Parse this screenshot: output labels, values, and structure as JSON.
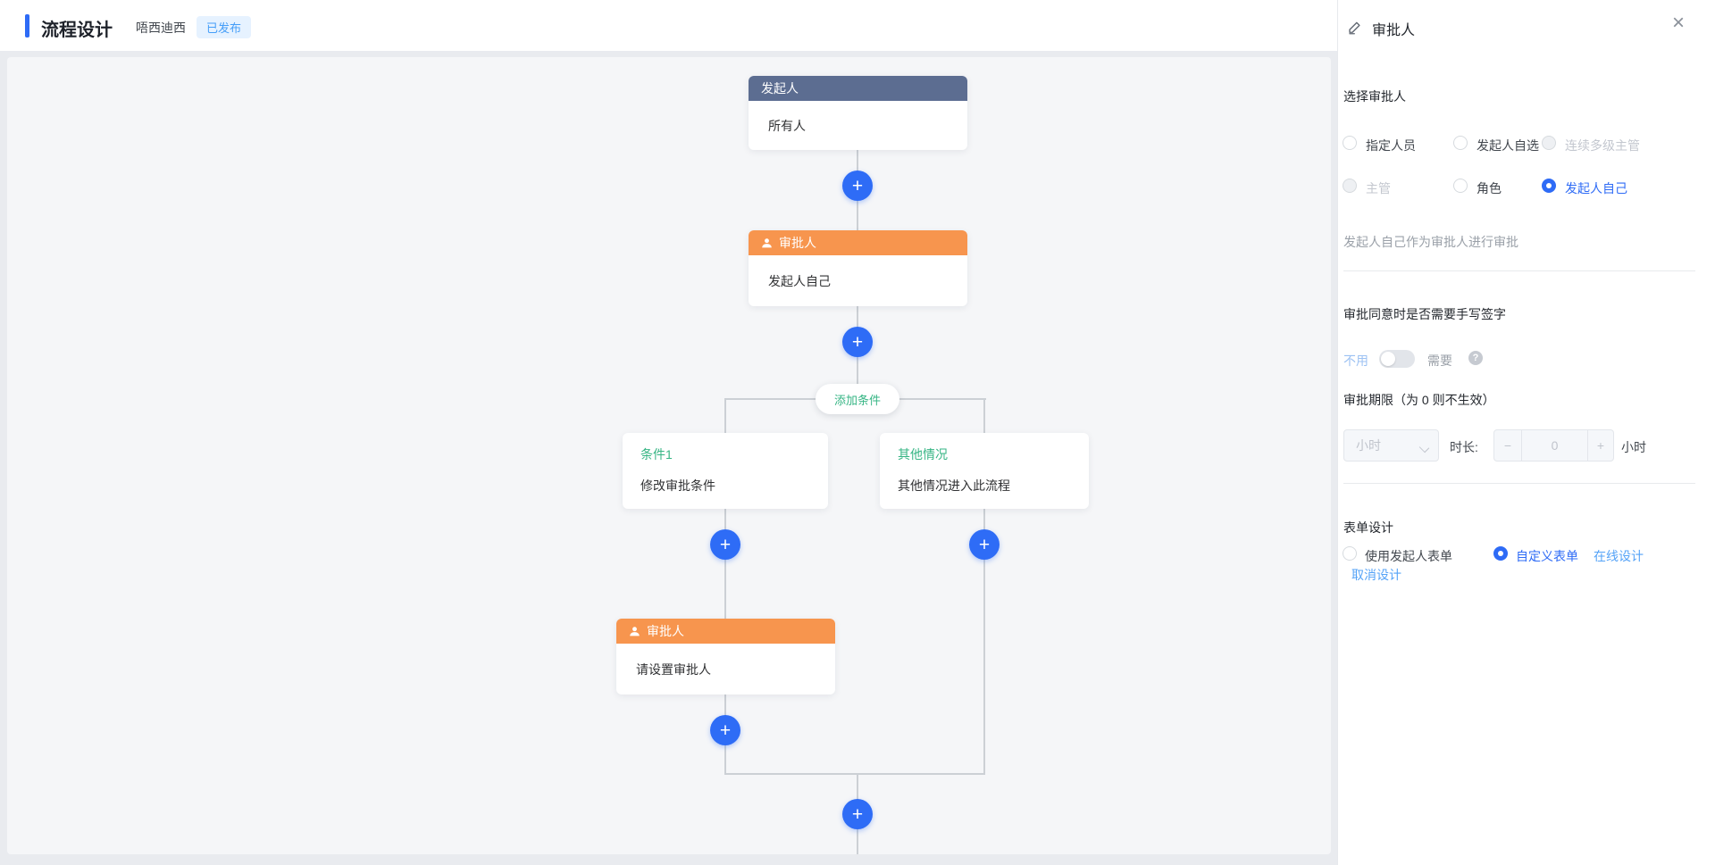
{
  "header": {
    "title": "流程设计",
    "subtitle": "唔西迪西",
    "badge": "已发布"
  },
  "flow": {
    "plus_icon": "+",
    "nodes": {
      "start": {
        "header": "发起人",
        "body": "所有人"
      },
      "approver1": {
        "header": "审批人",
        "body": "发起人自己"
      },
      "condition_add": {
        "label": "添加条件"
      },
      "condition1": {
        "title": "条件1",
        "body": "修改审批条件"
      },
      "condition_else": {
        "title": "其他情况",
        "body": "其他情况进入此流程"
      },
      "approver2": {
        "header": "审批人",
        "body": "请设置审批人"
      }
    }
  },
  "panel": {
    "title": "审批人",
    "close_icon": "×",
    "sections": {
      "select_approver": {
        "label": "选择审批人",
        "radios": [
          {
            "label": "指定人员",
            "state": "normal"
          },
          {
            "label": "发起人自选",
            "state": "normal"
          },
          {
            "label": "连续多级主管",
            "state": "disabled"
          },
          {
            "label": "主管",
            "state": "disabled"
          },
          {
            "label": "角色",
            "state": "normal"
          },
          {
            "label": "发起人自己",
            "state": "selected"
          }
        ],
        "description": "发起人自己作为审批人进行审批"
      },
      "signature": {
        "label": "审批同意时是否需要手写签字",
        "off_label": "不用",
        "on_label": "需要",
        "toggle_state": "off",
        "help_icon": "?"
      },
      "deadline": {
        "label": "审批期限（为 0 则不生效）",
        "unit_select_value": "小时",
        "duration_label": "时长:",
        "minus_icon": "−",
        "value": "0",
        "plus_icon": "+",
        "unit_suffix": "小时"
      },
      "form_design": {
        "label": "表单设计",
        "radio_use_initiator": "使用发起人表单",
        "radio_custom": "自定义表单",
        "online_design_link": "在线设计",
        "cancel_design_link": "取消设计"
      }
    }
  },
  "colors": {
    "accent_blue": "#2e6bf6",
    "plus_button_blue": "#2e6cf6",
    "node_slate_header": "#5c6d91",
    "node_orange_header": "#f7954e",
    "condition_green": "#36b584",
    "link_blue": "#55a3f7",
    "badge_bg": "#e6f2ff",
    "badge_text": "#459ef8",
    "canvas_bg": "#f5f6f8",
    "connector_gray": "#ccd0d5"
  }
}
